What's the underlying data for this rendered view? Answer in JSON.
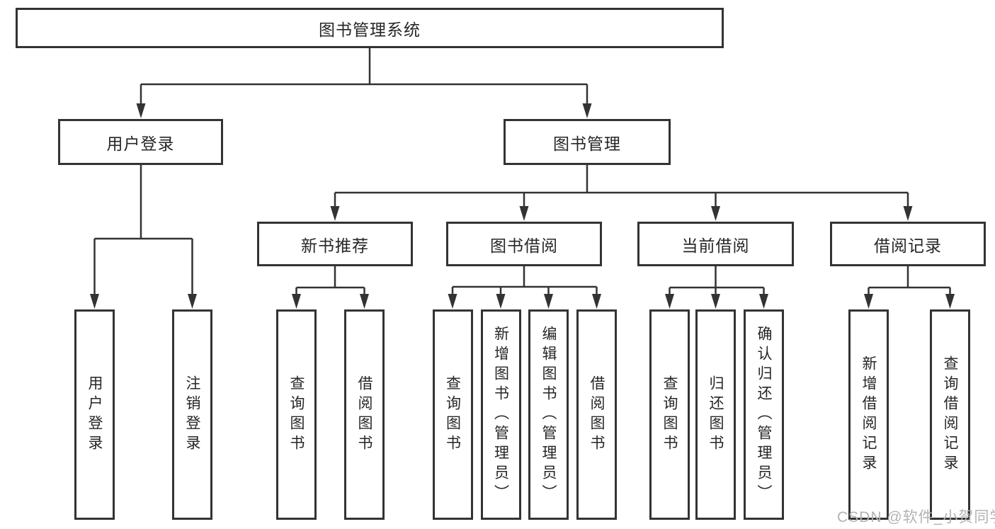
{
  "diagram": {
    "root": "图书管理系统",
    "level2": {
      "user_login_group": "用户登录",
      "book_management": "图书管理"
    },
    "level3": {
      "new_book_recommend": "新书推荐",
      "book_borrowing": "图书借阅",
      "current_borrowing": "当前借阅",
      "borrowing_records": "借阅记录"
    },
    "leaves": {
      "user_login": "用户登录",
      "logout": "注销登录",
      "nb_query_book": "查询图书",
      "nb_borrow_book": "借阅图书",
      "bb_query_book": "查询图书",
      "bb_add_book": "新增图书（管理员）",
      "bb_edit_book": "编辑图书（管理员）",
      "bb_borrow_book": "借阅图书",
      "cb_query_book": "查询图书",
      "cb_return_book": "归还图书",
      "cb_confirm_return": "确认归还（管理员）",
      "br_add_record": "新增借阅记录",
      "br_query_record": "查询借阅记录"
    }
  },
  "watermark": "CSDN @软件_小贺同学",
  "colors": {
    "line": "#333333",
    "text": "#262626",
    "watermark": "#b3b3b3",
    "background": "#ffffff"
  }
}
